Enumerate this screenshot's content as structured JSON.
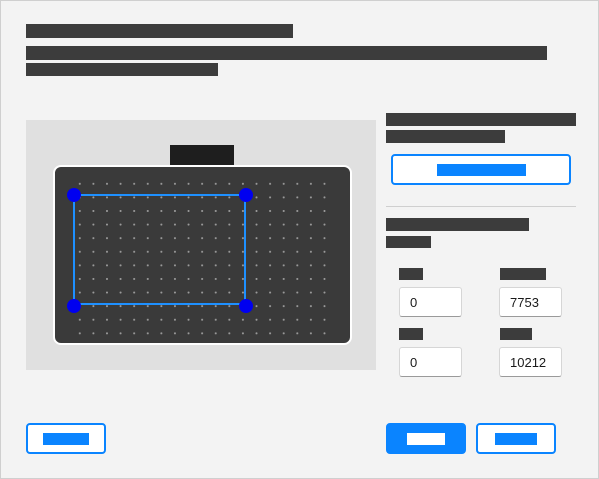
{
  "icons": {
    "handle": "drag-handle-icon"
  },
  "colors": {
    "accent": "#0a84ff",
    "selection": "#1e90ff",
    "handle": "#0000f0",
    "tablet": "#3a3a3a",
    "redacted": "#3c3c3c"
  },
  "mapping": {
    "x_value": "0",
    "width_value": "7753",
    "y_value": "0",
    "height_value": "10212"
  }
}
